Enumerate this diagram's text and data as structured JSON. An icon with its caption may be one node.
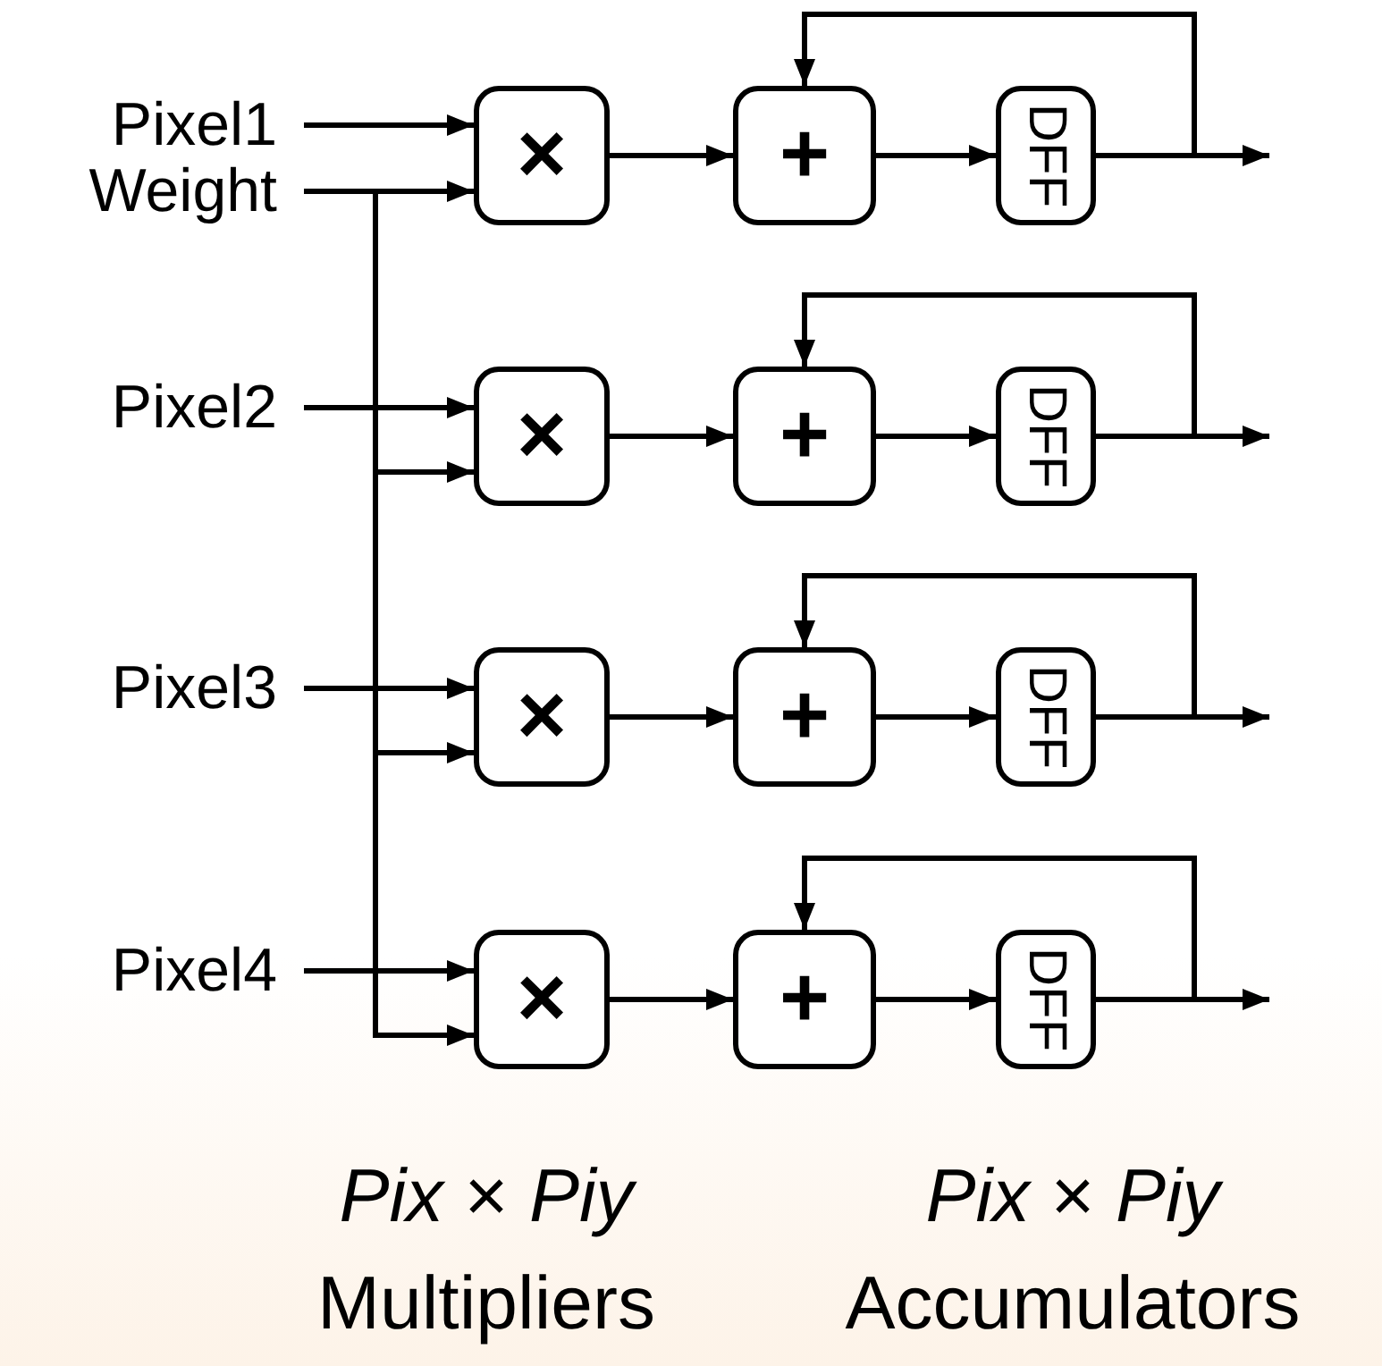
{
  "diagram": {
    "nodes": [
      {
        "text": [
          "Pixel1"
        ]
      },
      {
        "text": [
          "Weight"
        ]
      },
      {
        "text": [
          "×"
        ]
      },
      {
        "text": [
          "+"
        ]
      },
      {
        "text": [
          "DFF"
        ]
      },
      {
        "text": [
          "Pixel2"
        ]
      },
      {
        "text": [
          "×"
        ]
      },
      {
        "text": [
          "+"
        ]
      },
      {
        "text": [
          "DFF"
        ]
      },
      {
        "text": [
          "Pixel3"
        ]
      },
      {
        "text": [
          "×"
        ]
      },
      {
        "text": [
          "+"
        ]
      },
      {
        "text": [
          "DFF"
        ]
      },
      {
        "text": [
          "Pixel4"
        ]
      },
      {
        "text": [
          "×"
        ]
      },
      {
        "text": [
          "+"
        ]
      },
      {
        "text": [
          "DFF"
        ]
      }
    ],
    "edges": [
      {
        "from": 0,
        "to": 2,
        "arrow": "to"
      },
      {
        "from": 1,
        "to": 2,
        "arrow": "to"
      },
      {
        "from": 1,
        "to": 6,
        "arrow": "to"
      },
      {
        "from": 1,
        "to": 10,
        "arrow": "to"
      },
      {
        "from": 1,
        "to": 14,
        "arrow": "to"
      },
      {
        "from": 2,
        "to": 3,
        "arrow": "to"
      },
      {
        "from": 3,
        "to": 4,
        "arrow": "to"
      },
      {
        "from": 4,
        "to": null,
        "arrow": "to"
      },
      {
        "from": 4,
        "to": 3,
        "arrow": "to"
      },
      {
        "from": 5,
        "to": 6,
        "arrow": "to"
      },
      {
        "from": 6,
        "to": 7,
        "arrow": "to"
      },
      {
        "from": 7,
        "to": 8,
        "arrow": "to"
      },
      {
        "from": 8,
        "to": null,
        "arrow": "to"
      },
      {
        "from": 8,
        "to": 7,
        "arrow": "to"
      },
      {
        "from": 9,
        "to": 10,
        "arrow": "to"
      },
      {
        "from": 10,
        "to": 11,
        "arrow": "to"
      },
      {
        "from": 11,
        "to": 12,
        "arrow": "to"
      },
      {
        "from": 12,
        "to": null,
        "arrow": "to"
      },
      {
        "from": 12,
        "to": 11,
        "arrow": "to"
      },
      {
        "from": 13,
        "to": 14,
        "arrow": "to"
      },
      {
        "from": 14,
        "to": 15,
        "arrow": "to"
      },
      {
        "from": 15,
        "to": 16,
        "arrow": "to"
      },
      {
        "from": 16,
        "to": null,
        "arrow": "to"
      },
      {
        "from": 16,
        "to": 15,
        "arrow": "to"
      }
    ],
    "labels": [
      "*Pix* × *Piy*",
      "Multipliers",
      "*Pix* × *Piy*",
      "Accumulators"
    ]
  }
}
